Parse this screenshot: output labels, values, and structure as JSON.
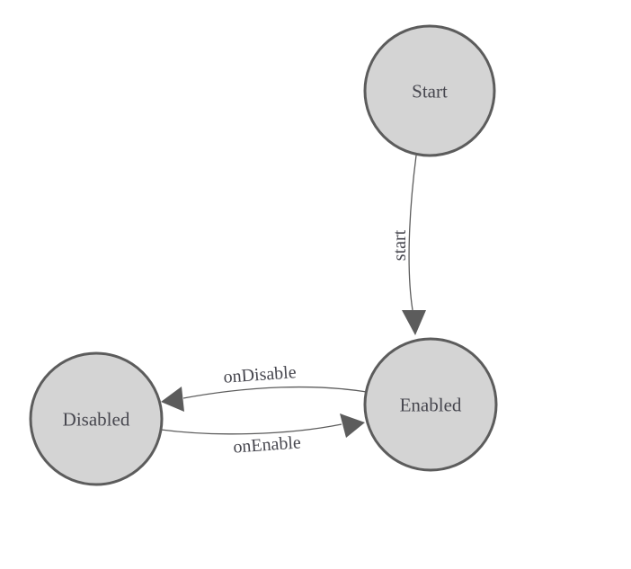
{
  "diagram": {
    "kind": "state-diagram",
    "background_color": "#ffffff",
    "colors": {
      "node_fill": "#d4d4d4",
      "node_border": "#5c5c5c",
      "edge_stroke": "#5c5c5c",
      "arrowhead_fill": "#5c5c5c",
      "label_text": "#47474f"
    },
    "nodes": [
      {
        "id": "start",
        "label": "Start"
      },
      {
        "id": "enabled",
        "label": "Enabled"
      },
      {
        "id": "disabled",
        "label": "Disabled"
      }
    ],
    "edges": [
      {
        "from": "start",
        "to": "enabled",
        "label": "start"
      },
      {
        "from": "enabled",
        "to": "disabled",
        "label": "onDisable"
      },
      {
        "from": "disabled",
        "to": "enabled",
        "label": "onEnable"
      }
    ]
  }
}
